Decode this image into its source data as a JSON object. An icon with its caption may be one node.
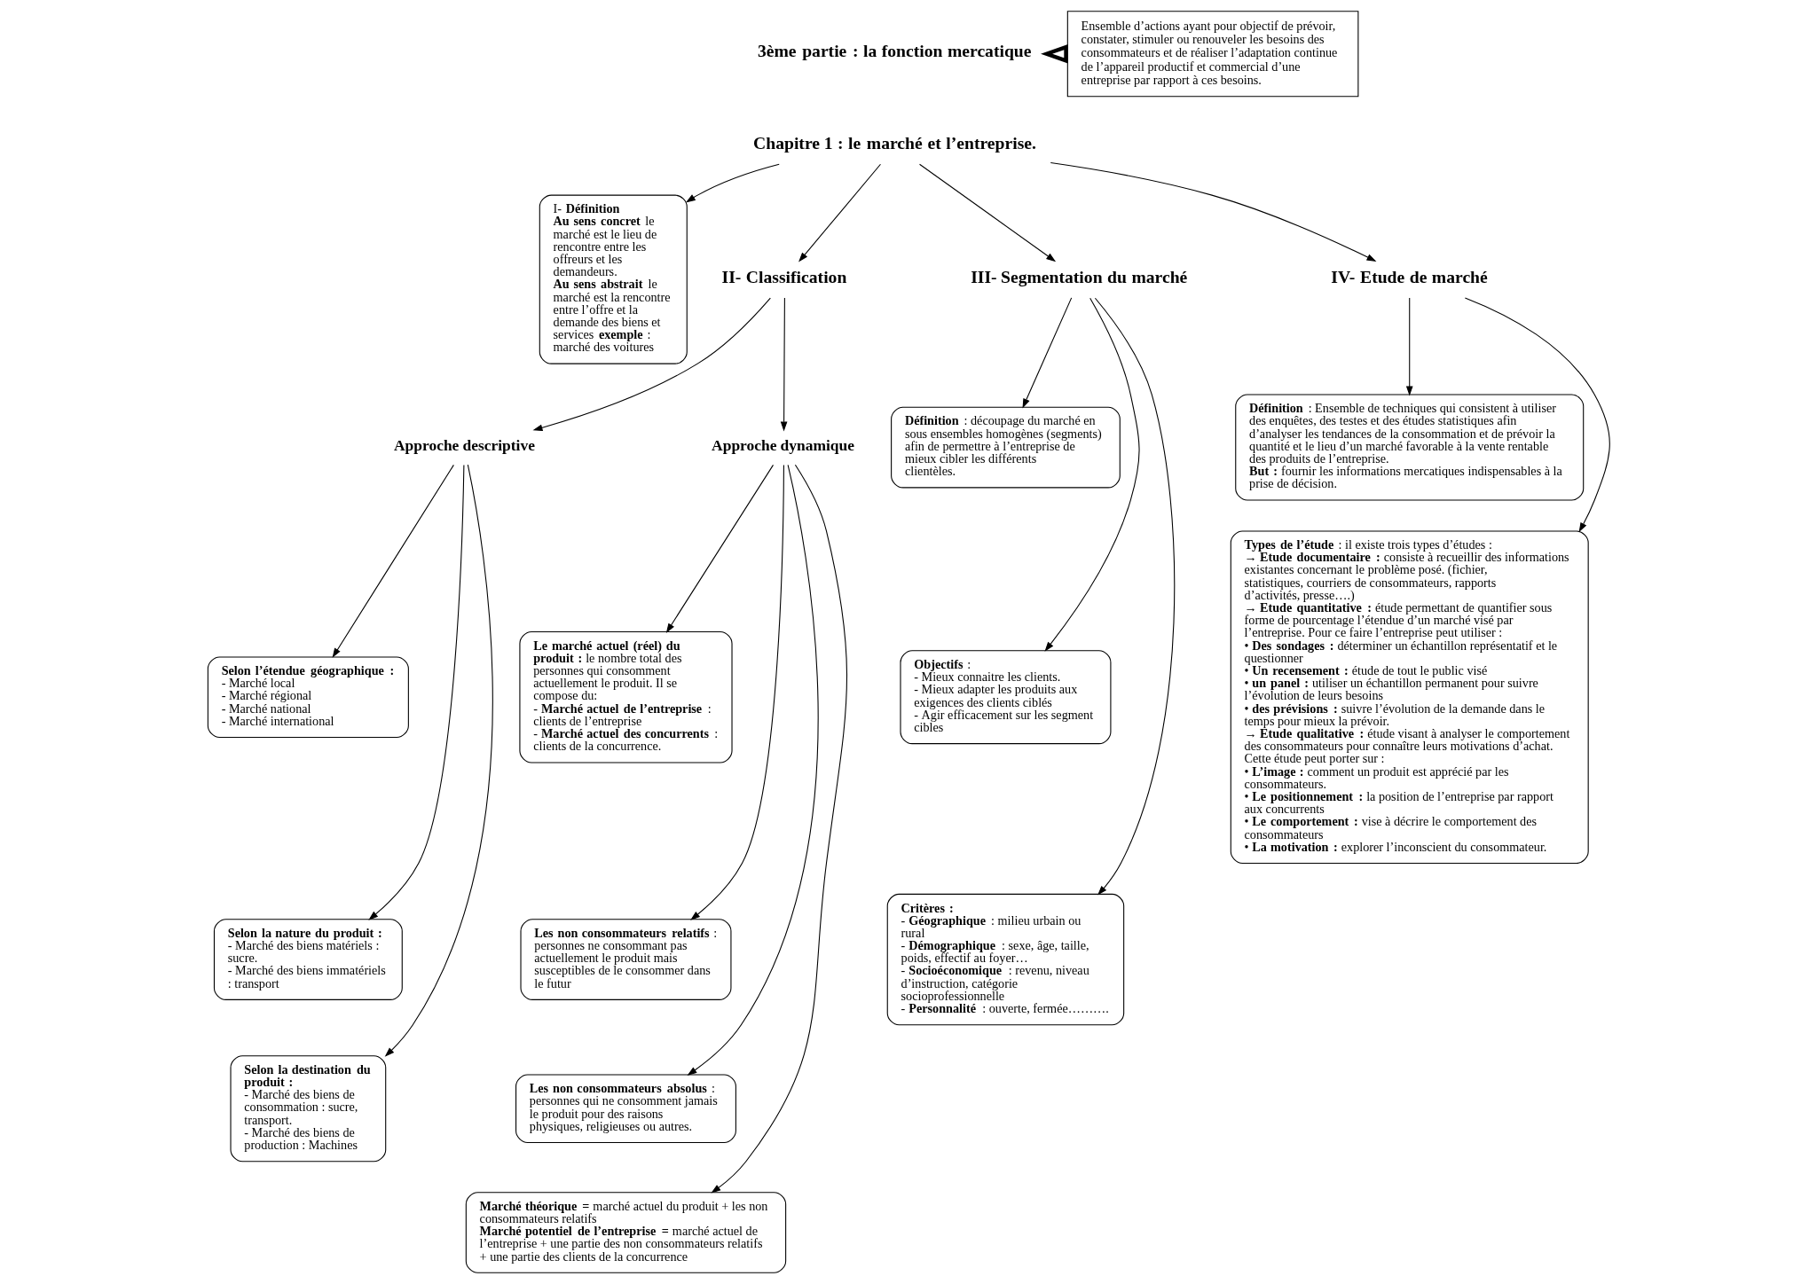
{
  "diagram": {
    "nodes": [
      {
        "text": [
          "3ème partie : la fonction mercatique"
        ]
      },
      {
        "text": [
          "Ensemble d’actions ayant pour objectif de prévoir, constater, stimuler ou renouveler les besoins des consommateurs et de réaliser l’adaptation continue de l’appareil productif et commercial d’une entreprise par rapport à ces besoins."
        ]
      },
      {
        "text": [
          "Chapitre 1 : le marché et l’entreprise."
        ]
      },
      {
        "text": [
          "I-  **Définition**",
          "**Au sens concret** le marché est le lieu de rencontre entre les offreurs et les demandeurs.",
          "**Au sens abstrait** le marché est la rencontre entre l’offre et la demande des biens et services **exemple** : marché des voitures"
        ]
      },
      {
        "text": [
          "II- Classification"
        ]
      },
      {
        "text": [
          "III- Segmentation du marché"
        ]
      },
      {
        "text": [
          "IV- Etude de marché"
        ]
      },
      {
        "text": [
          "Approche descriptive"
        ]
      },
      {
        "text": [
          "Approche dynamique"
        ]
      },
      {
        "text": [
          "Selon l’étendue géographique :",
          "- Marché local",
          "- Marché régional",
          "- Marché national",
          "- Marché international"
        ]
      },
      {
        "text": [
          "Selon la nature du produit :",
          "- Marché des biens matériels : sucre.",
          "- Marché des biens immatériels : transport"
        ]
      },
      {
        "text": [
          "Selon la destination du produit :",
          "- Marché des biens de consommation : sucre, transport.",
          "- Marché des biens de production : Machines"
        ]
      },
      {
        "text": [
          "**Le marché actuel (réel)  du produit :** le nombre total des personnes qui consomment actuellement le produit. Il se compose du:",
          "- **Marché actuel de l’entreprise** : clients de l’entreprise",
          "- **Marché actuel des concurrents** : clients de la concurrence."
        ]
      },
      {
        "text": [
          "**Les non consommateurs relatifs** : personnes ne consommant pas actuellement le produit mais susceptibles de le consommer dans le futur"
        ]
      },
      {
        "text": [
          "**Les non consommateurs absolus** : personnes qui ne consomment jamais le produit pour des raisons physiques, religieuses ou autres."
        ]
      },
      {
        "text": [
          "**Marché théorique =** marché actuel du produit + les non consommateurs relatifs",
          "**Marché potentiel de l’entreprise =** marché actuel de l’entreprise + une partie des non consommateurs relatifs + une partie des clients de la concurrence"
        ]
      },
      {
        "text": [
          "**Définition** : découpage du marché en sous ensembles homogènes (segments) afin de permettre à l’entreprise de mieux cibler les différents clientèles."
        ]
      },
      {
        "text": [
          "**Objectifs** :",
          "- Mieux connaitre les clients.",
          "- Mieux adapter les produits aux exigences des clients ciblés",
          "- Agir efficacement sur les segment cibles"
        ]
      },
      {
        "text": [
          "Critères :",
          "- **Géographique** : milieu urbain ou rural",
          "- **Démographique** : sexe, âge, taille, poids, effectif au foyer…",
          "- **Socioéconomique** : revenu, niveau d’instruction, catégorie socioprofessionnelle",
          "- **Personnalité** : ouverte, fermée………."
        ]
      },
      {
        "text": [
          "**Définition** : Ensemble de techniques qui consistent à utiliser des enquêtes, des testes et des études statistiques afin d’analyser les tendances de la consommation et de prévoir la quantité et le lieu d’un marché favorable à la vente rentable des produits de l’entreprise.",
          "**But :** fournir les informations mercatiques indispensables à la prise de décision."
        ]
      },
      {
        "text": [
          "**Types de l’étude** : il existe trois types d’études :",
          "→ **Etude documentaire :** consiste à recueillir des informations existantes concernant le problème posé. (fichier, statistiques, courriers de consommateurs, rapports d’activités, presse….)",
          "→ **Etude quantitative :** étude permettant de quantifier sous forme de pourcentage l’étendue d’un marché visé par l’entreprise. Pour ce faire  l’entreprise peut utiliser :",
          "• **Des sondages :** déterminer un échantillon représentatif et le questionner",
          "• **Un recensement :** étude de tout le public visé",
          "• **un panel :** utiliser un échantillon permanent pour suivre l’évolution de leurs besoins",
          "• **des prévisions :** suivre l’évolution de la demande dans le temps pour mieux la prévoir.",
          "→ **Etude qualitative :** étude visant à analyser le comportement des consommateurs pour connaître leurs motivations d’achat. Cette étude peut porter sur :",
          "• **L’image :** comment un produit est apprécié par les consommateurs.",
          "• **Le positionnement :** la position de l’entreprise par rapport aux concurrents",
          "• **Le comportement :** vise à  décrire le comportement des consommateurs",
          "• **La motivation :** explorer l’inconscient du consommateur."
        ]
      }
    ],
    "edges": [
      {
        "from": 1,
        "to": 0,
        "arrow": "to",
        "style": "thick"
      },
      {
        "from": 2,
        "to": 3,
        "arrow": "to"
      },
      {
        "from": 2,
        "to": 4,
        "arrow": "to"
      },
      {
        "from": 2,
        "to": 5,
        "arrow": "to"
      },
      {
        "from": 2,
        "to": 6,
        "arrow": "to"
      },
      {
        "from": 4,
        "to": 7,
        "arrow": "to"
      },
      {
        "from": 4,
        "to": 8,
        "arrow": "to"
      },
      {
        "from": 7,
        "to": 9,
        "arrow": "to"
      },
      {
        "from": 7,
        "to": 10,
        "arrow": "to"
      },
      {
        "from": 7,
        "to": 11,
        "arrow": "to"
      },
      {
        "from": 8,
        "to": 12,
        "arrow": "to"
      },
      {
        "from": 8,
        "to": 13,
        "arrow": "to"
      },
      {
        "from": 8,
        "to": 14,
        "arrow": "to"
      },
      {
        "from": 8,
        "to": 15,
        "arrow": "to"
      },
      {
        "from": 5,
        "to": 16,
        "arrow": "to"
      },
      {
        "from": 5,
        "to": 17,
        "arrow": "to"
      },
      {
        "from": 5,
        "to": 18,
        "arrow": "to"
      },
      {
        "from": 6,
        "to": 19,
        "arrow": "to"
      },
      {
        "from": 6,
        "to": 20,
        "arrow": "to"
      }
    ]
  }
}
